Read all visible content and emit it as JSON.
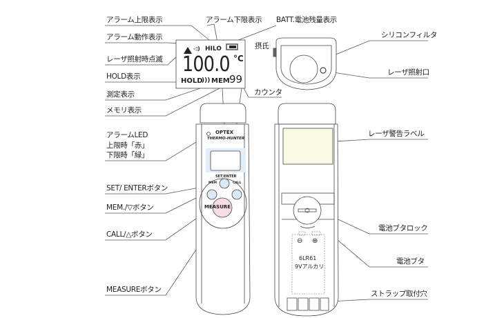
{
  "left_labels": {
    "alarm_upper": "アラーム上限表示",
    "alarm_active": "アラーム動作表示",
    "laser_blink": "レーザ照射時点滅",
    "hold": "HOLD表示",
    "measuring": "測定表示",
    "memory": "メモリ表示",
    "alarm_led_1": "アラームLED",
    "alarm_led_2": "上限時「赤」",
    "alarm_led_3": "下限時「緑」",
    "set_enter": "SET/ ENTERボタン",
    "mem_down": "MEM./▽ボタン",
    "call_up": "CALL/△ボタン",
    "measure": "MEASUREボタン"
  },
  "top_labels": {
    "alarm_lower": "アラーム下限表示",
    "battery": "BATT.電池残量表示",
    "celsius": "摂氏",
    "counter": "カウンタ"
  },
  "right_labels": {
    "silicon_filter": "シリコンフィルタ",
    "laser_port": "レーザ照射口",
    "laser_warning": "レーザ警告ラベル",
    "cover_lock": "電池ブタロック",
    "cover": "電池ブタ",
    "strap_hole": "ストラップ取付穴"
  },
  "lcd": {
    "hilo": "HILO",
    "reading": "100.0",
    "unit": "°C",
    "hold": "HOLD",
    "mem": "MEM",
    "count": "99"
  },
  "device": {
    "brand": "OPTEX",
    "model": "THERMO-HUNTER",
    "set_enter": "SET/ENTER",
    "mem": "MEM",
    "call": "CALL",
    "measure": "MEASURE",
    "battery_type": "6LR61",
    "battery_desc": "9Vアルカリ",
    "minus": "⊖",
    "plus": "⊕"
  },
  "colors": {
    "screen_bg": "#e4eef8",
    "button": "#dbe9f6",
    "measure": "#f6dde3",
    "label_panel": "#fbf8e6"
  }
}
